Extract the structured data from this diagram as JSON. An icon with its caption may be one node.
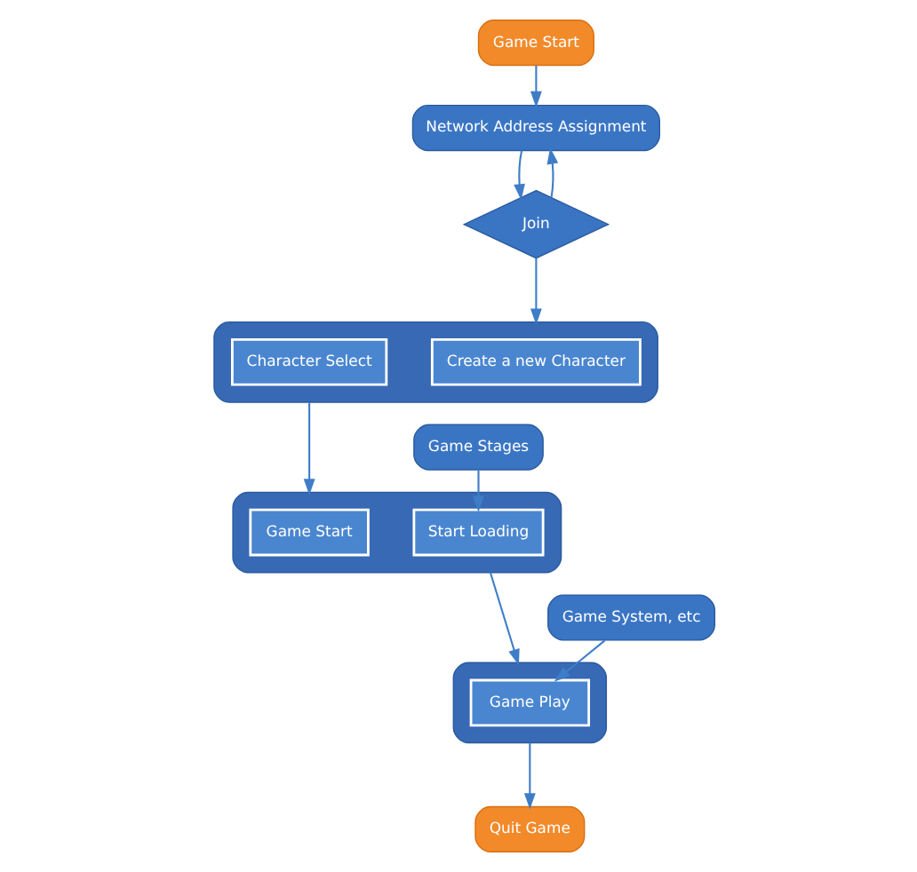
{
  "diagram": {
    "nodes": [
      {
        "text": [
          "Game Start"
        ]
      },
      {
        "text": [
          "Network Address Assignment"
        ]
      },
      {
        "text": [
          "Join"
        ]
      },
      {
        "text": [],
        "shape": "box"
      },
      {
        "text": [
          "Create a new Character"
        ],
        "in": 3
      },
      {
        "text": [
          "Character Select"
        ],
        "in": 3
      },
      {
        "text": [],
        "shape": "box"
      },
      {
        "text": [
          "Game Start"
        ],
        "in": 6
      },
      {
        "text": [
          "Start Loading"
        ],
        "in": 6
      },
      {
        "text": [
          "Game Stages"
        ]
      },
      {
        "text": [],
        "shape": "box"
      },
      {
        "text": [
          "Game Play"
        ],
        "in": 10
      },
      {
        "text": [
          "Game System, etc"
        ]
      },
      {
        "text": [
          "Quit Game"
        ]
      }
    ],
    "edges": [
      {
        "from": 0,
        "to": 1,
        "arrow": "to"
      },
      {
        "from": 1,
        "to": 2,
        "arrow": "to"
      },
      {
        "from": 2,
        "to": 1,
        "arrow": "to"
      },
      {
        "from": 2,
        "to": 3,
        "arrow": "to"
      },
      {
        "from": 3,
        "to": 6,
        "arrow": "to"
      },
      {
        "from": 9,
        "to": 8,
        "arrow": "to"
      },
      {
        "from": 6,
        "to": 10,
        "arrow": "to"
      },
      {
        "from": 12,
        "to": 11,
        "arrow": "to"
      },
      {
        "from": 10,
        "to": 13,
        "arrow": "to"
      }
    ]
  }
}
